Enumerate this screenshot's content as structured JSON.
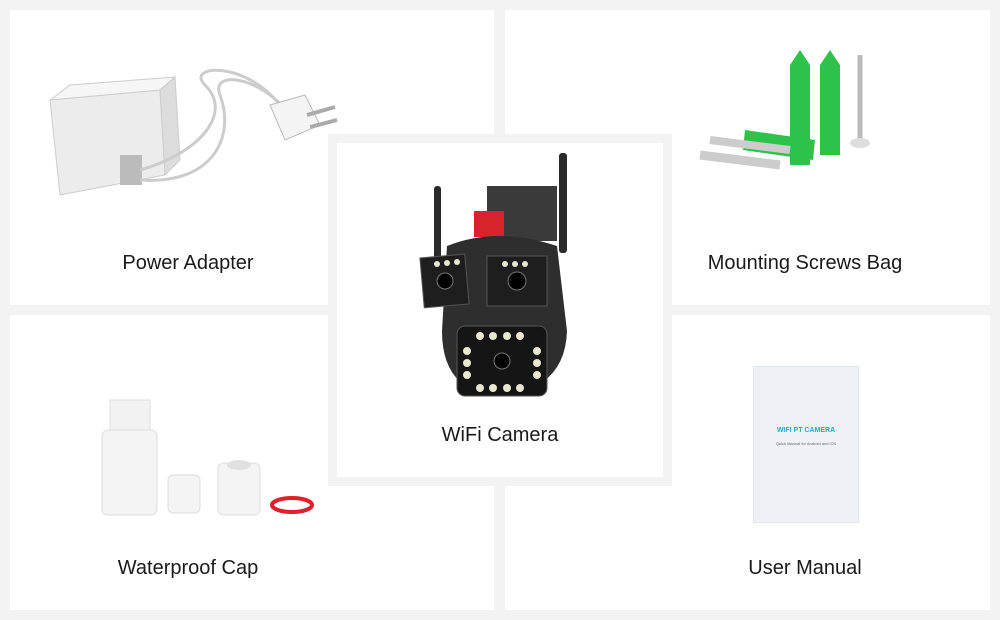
{
  "items": [
    {
      "label": "Power Adapter",
      "icon": "power-adapter-icon"
    },
    {
      "label": "Mounting Screws Bag",
      "icon": "screws-icon"
    },
    {
      "label": "Waterproof Cap",
      "icon": "waterproof-cap-icon"
    },
    {
      "label": "User Manual",
      "icon": "manual-icon"
    },
    {
      "label": "WiFi Camera",
      "icon": "camera-icon"
    }
  ],
  "manual": {
    "title": "WIFI PT CAMERA",
    "subtitle": "Quick Manual for Android and iOS"
  },
  "colors": {
    "background": "#f3f3f3",
    "panel": "#ffffff",
    "accent_green": "#2fc24a",
    "cap_red": "#e0202a",
    "manual_title": "#2aa8c8"
  }
}
